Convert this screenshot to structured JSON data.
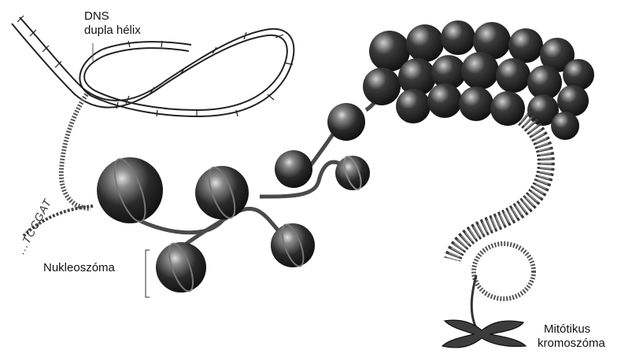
{
  "labels": {
    "dna_title": "DNS",
    "dna_subtitle": "dupla hélix",
    "sequence": "...TCCGAT",
    "nucleosome": "Nukleoszóma",
    "chromosome_line1": "Mitótikus",
    "chromosome_line2": "kromoszóma"
  },
  "colors": {
    "background": "#ffffff",
    "ink": "#1a1a1a",
    "bead_dark": "#151515",
    "bead_mid": "#4a4a4a",
    "bead_light": "#d8d8d8",
    "strand": "#555555"
  }
}
